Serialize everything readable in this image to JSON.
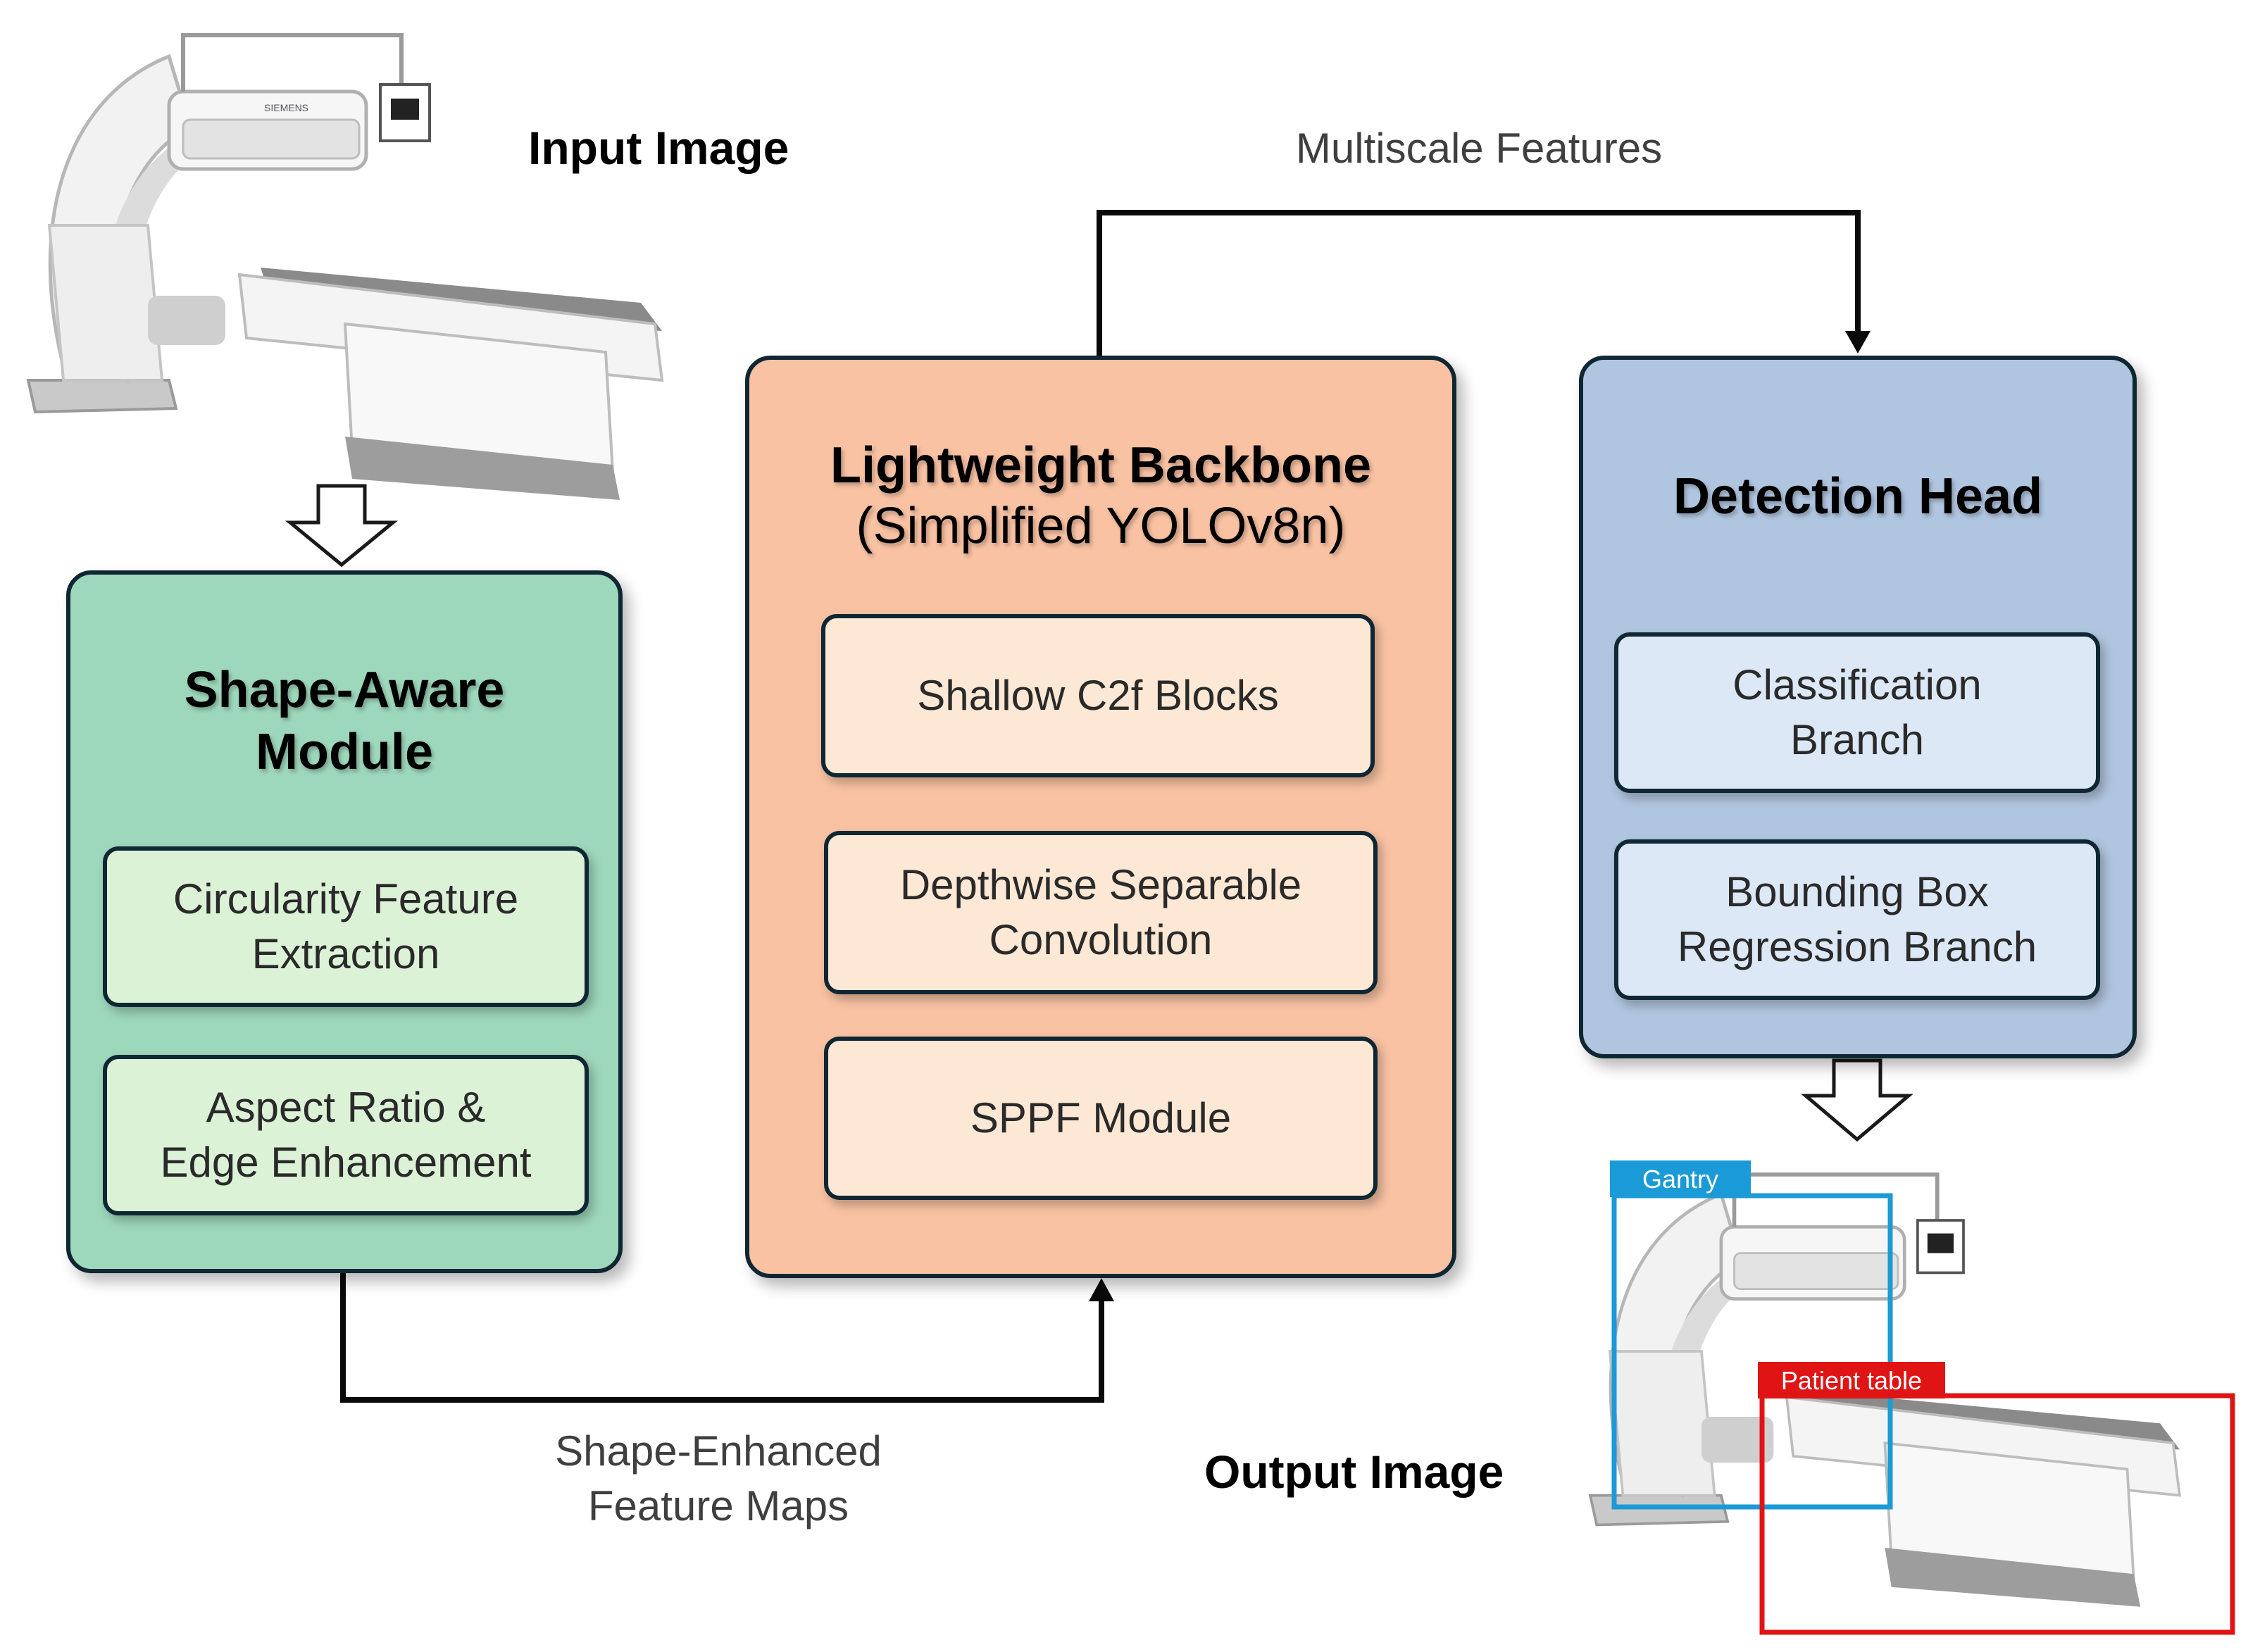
{
  "labels": {
    "input_image": "Input Image",
    "output_image": "Output Image",
    "multiscale": "Multiscale Features",
    "shape_enhanced": "Shape-Enhanced\nFeature Maps"
  },
  "shape_module": {
    "title": "Shape-Aware\nModule",
    "boxes": [
      "Circularity Feature\nExtraction",
      "Aspect Ratio &\nEdge Enhancement"
    ]
  },
  "backbone": {
    "title": "Lightweight Backbone",
    "subtitle": "(Simplified YOLOv8n)",
    "boxes": [
      "Shallow C2f Blocks",
      "Depthwise Separable\nConvolution",
      "SPPF Module"
    ]
  },
  "head": {
    "title": "Detection Head",
    "boxes": [
      "Classification\nBranch",
      "Bounding Box\nRegression Branch"
    ]
  },
  "detections": [
    {
      "label": "Gantry",
      "color": "#1a9ad6"
    },
    {
      "label": "Patient table",
      "color": "#e01414"
    }
  ],
  "scanner_brand": "SIEMENS",
  "colors": {
    "green_panel": "#9ed8bc",
    "orange_panel": "#f9c2a3",
    "blue_panel": "#b0c5df",
    "outline": "#0f2633"
  }
}
